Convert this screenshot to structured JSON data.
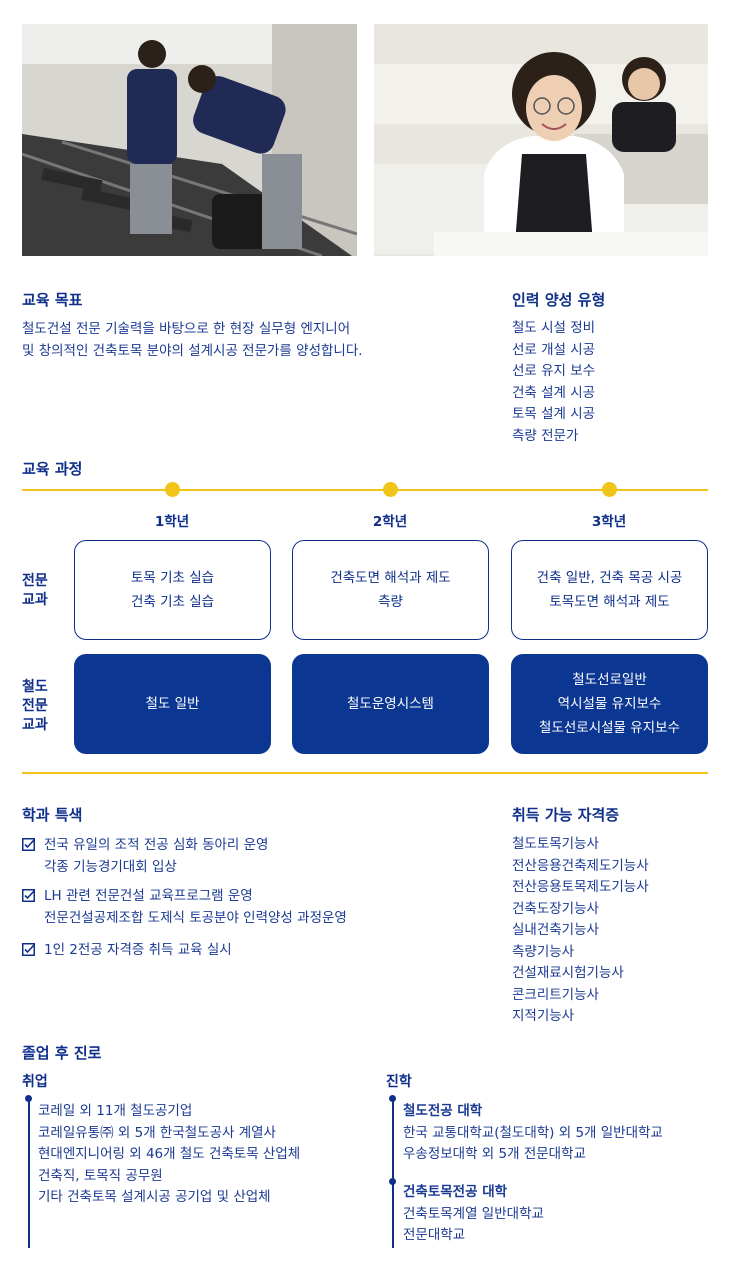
{
  "goal": {
    "title": "교육 목표",
    "lines": [
      "철도건설 전문 기술력을 바탕으로 한 현장 실무형 엔지니어",
      "및 창의적인 건축토목 분야의 설계시공 전문가를 양성합니다."
    ]
  },
  "talent": {
    "title": "인력 양성 유형",
    "items": [
      "철도 시설 정비",
      "선로 개설 시공",
      "선로 유지 보수",
      "건축 설계 시공",
      "토목 설계 시공",
      "측량 전문가"
    ]
  },
  "curriculum": {
    "title": "교육 과정",
    "years": [
      "1학년",
      "2학년",
      "3학년"
    ],
    "row1_label": [
      "전문",
      "교과"
    ],
    "row2_label": [
      "철도",
      "전문",
      "교과"
    ],
    "major": [
      [
        "토목 기초 실습",
        "건축 기초 실습"
      ],
      [
        "건축도면 해석과 제도",
        "측량"
      ],
      [
        "건축 일반, 건축 목공 시공",
        "토목도면 해석과 제도"
      ]
    ],
    "railway": [
      [
        "철도 일반"
      ],
      [
        "철도운영시스템"
      ],
      [
        "철도선로일반",
        "역시설물 유지보수",
        "철도선로시설물 유지보수"
      ]
    ]
  },
  "features": {
    "title": "학과 특색",
    "items": [
      [
        "전국 유일의 조적 전공 심화 동아리 운영",
        "각종 기능경기대회 입상"
      ],
      [
        "LH 관련 전문건설 교육프로그램 운영",
        "전문건설공제조합 도제식 토공분야 인력양성 과정운영"
      ],
      [
        "1인 2전공 자격증 취득 교육 실시"
      ]
    ]
  },
  "certs": {
    "title": "취득 가능 자격증",
    "items": [
      "철도토목기능사",
      "전산응용건축제도기능사",
      "전산응용토목제도기능사",
      "건축도장기능사",
      "실내건축기능사",
      "측량기능사",
      "건설재료시험기능사",
      "콘크리트기능사",
      "지적기능사"
    ]
  },
  "career": {
    "title": "졸업 후 진로",
    "employment": {
      "title": "취업",
      "items": [
        "코레일 외 11개 철도공기업",
        "코레일유통㈜ 외 5개 한국철도공사 계열사",
        "현대엔지니어링 외 46개 철도 건축토목 산업체",
        "건축직, 토목직 공무원",
        "기타 건축토목 설계시공 공기업 및 산업체"
      ]
    },
    "study": {
      "title": "진학",
      "groups": [
        {
          "title": "철도전공 대학",
          "items": [
            "한국 교통대학교(철도대학) 외 5개 일반대학교",
            "우송정보대학 외 5개 전문대학교"
          ]
        },
        {
          "title": "건축토목전공 대학",
          "items": [
            "건축토목계열 일반대학교",
            "전문대학교"
          ]
        }
      ]
    }
  },
  "colors": {
    "navy": "#0b3691",
    "yellow": "#f0c419"
  }
}
